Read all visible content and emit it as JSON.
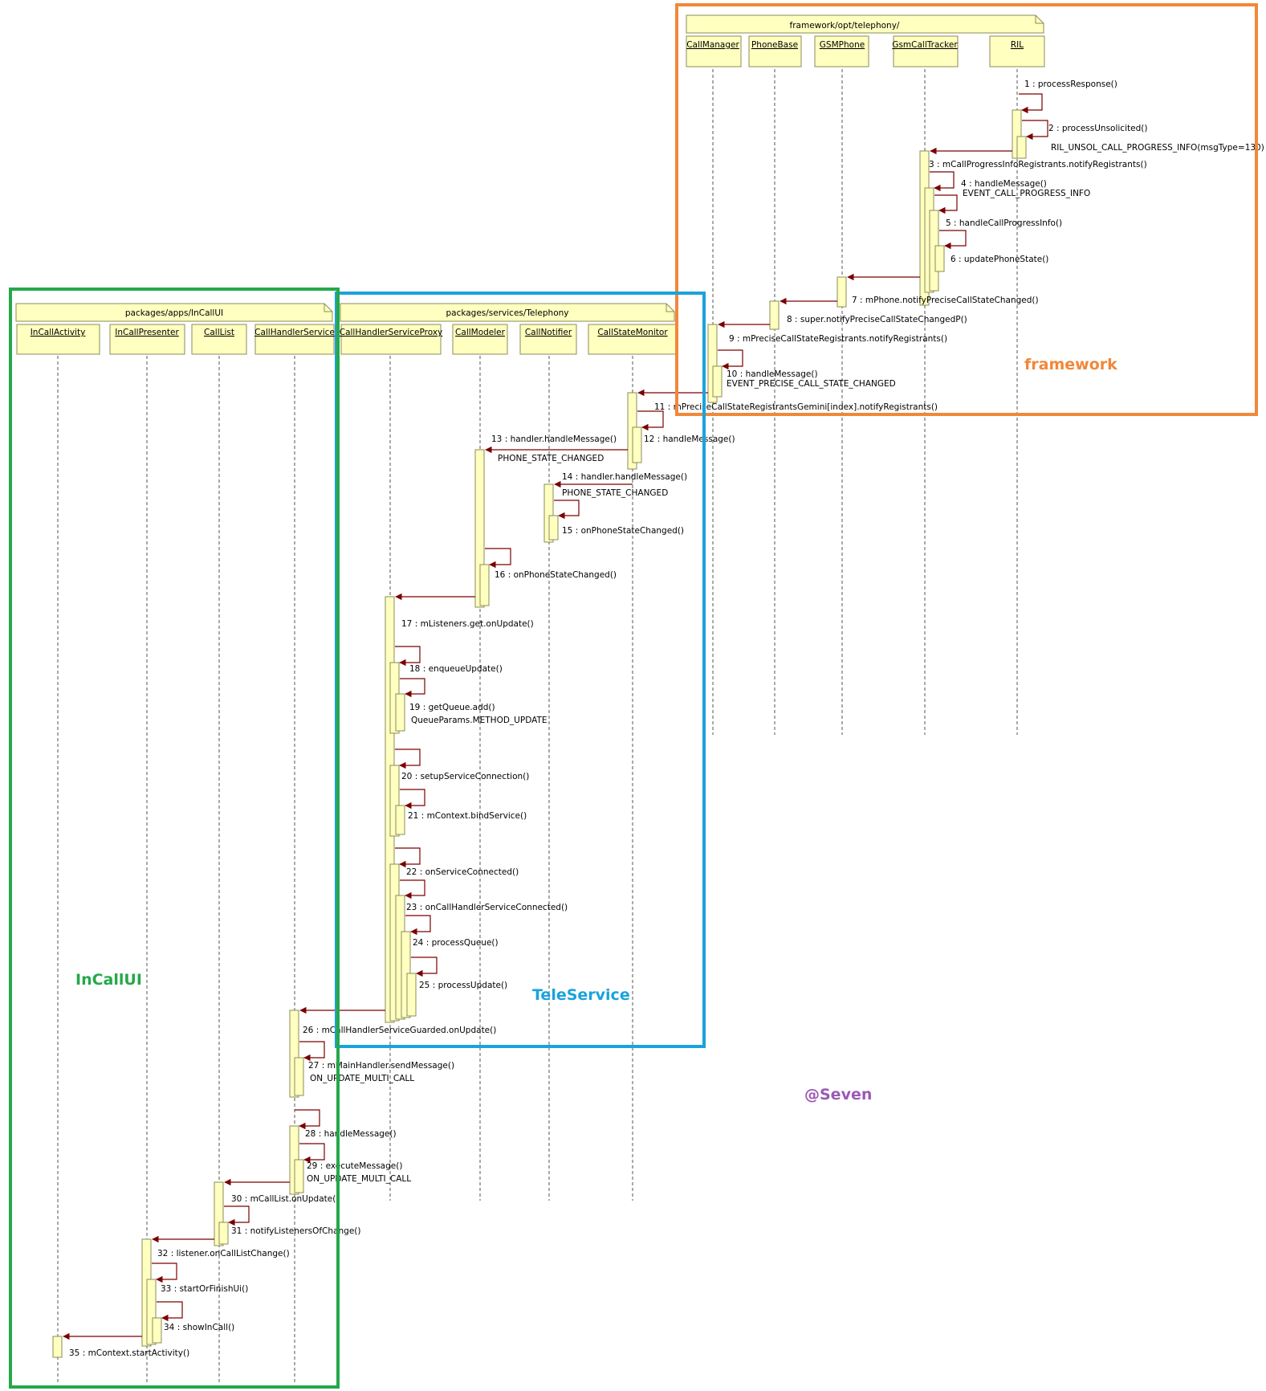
{
  "colors": {
    "framework": "#f0883a",
    "teleservice": "#1aa3dc",
    "incallui": "#25a84a",
    "author": "#9b59b6",
    "box_fill": "#ffffc0",
    "box_stroke": "#8b8b5a",
    "arrow": "#7a0000"
  },
  "packages": [
    {
      "id": "p_fw",
      "label": "framework/opt/telephony/"
    },
    {
      "id": "p_tel",
      "label": "packages/services/Telephony"
    },
    {
      "id": "p_ui",
      "label": "packages/apps/InCallUI"
    }
  ],
  "lifelines": [
    {
      "id": "CallManager",
      "label": "CallManager"
    },
    {
      "id": "PhoneBase",
      "label": "PhoneBase"
    },
    {
      "id": "GSMPhone",
      "label": "GSMPhone"
    },
    {
      "id": "GsmCallTracker",
      "label": "GsmCallTracker"
    },
    {
      "id": "RIL",
      "label": "RIL"
    },
    {
      "id": "CallHandlerServiceProxy",
      "label": "CallHandlerServiceProxy"
    },
    {
      "id": "CallModeler",
      "label": "CallModeler"
    },
    {
      "id": "CallNotifier",
      "label": "CallNotifier"
    },
    {
      "id": "CallStateMonitor",
      "label": "CallStateMonitor"
    },
    {
      "id": "InCallActivity",
      "label": "InCallActivity"
    },
    {
      "id": "InCallPresenter",
      "label": "InCallPresenter"
    },
    {
      "id": "CallList",
      "label": "CallList"
    },
    {
      "id": "CallHandlerService",
      "label": "CallHandlerService"
    }
  ],
  "messages": [
    {
      "n": "1",
      "text": "1 : processResponse()"
    },
    {
      "n": "2",
      "text": "2 : processUnsolicited()"
    },
    {
      "n": "2b",
      "text": "RIL_UNSOL_CALL_PROGRESS_INFO(msgType=130)"
    },
    {
      "n": "3",
      "text": "3 : mCallProgressInfoRegistrants.notifyRegistrants()"
    },
    {
      "n": "4",
      "text": "4 : handleMessage()"
    },
    {
      "n": "4b",
      "text": "EVENT_CALL_PROGRESS_INFO"
    },
    {
      "n": "5",
      "text": "5 : handleCallProgressInfo()"
    },
    {
      "n": "6",
      "text": "6 : updatePhoneState()"
    },
    {
      "n": "7",
      "text": "7 : mPhone.notifyPreciseCallStateChanged()"
    },
    {
      "n": "8",
      "text": "8 : super.notifyPreciseCallStateChangedP()"
    },
    {
      "n": "9",
      "text": "9 : mPreciseCallStateRegistrants.notifyRegistrants()"
    },
    {
      "n": "10",
      "text": "10 : handleMessage()"
    },
    {
      "n": "10b",
      "text": "EVENT_PRECISE_CALL_STATE_CHANGED"
    },
    {
      "n": "11",
      "text": "11 : mPreciseCallStateRegistrantsGemini[index].notifyRegistrants()"
    },
    {
      "n": "12",
      "text": "12 : handleMessage()"
    },
    {
      "n": "13",
      "text": "13 : handler.handleMessage()"
    },
    {
      "n": "13b",
      "text": "PHONE_STATE_CHANGED"
    },
    {
      "n": "14",
      "text": "14 : handler.handleMessage()"
    },
    {
      "n": "14b",
      "text": "PHONE_STATE_CHANGED"
    },
    {
      "n": "15",
      "text": "15 : onPhoneStateChanged()"
    },
    {
      "n": "16",
      "text": "16 : onPhoneStateChanged()"
    },
    {
      "n": "17",
      "text": "17 : mListeners.get.onUpdate()"
    },
    {
      "n": "18",
      "text": "18 : enqueueUpdate()"
    },
    {
      "n": "19",
      "text": "19 : getQueue.add()"
    },
    {
      "n": "19b",
      "text": "QueueParams.METHOD_UPDATE"
    },
    {
      "n": "20",
      "text": "20 : setupServiceConnection()"
    },
    {
      "n": "21",
      "text": "21 : mContext.bindService()"
    },
    {
      "n": "22",
      "text": "22 : onServiceConnected()"
    },
    {
      "n": "23",
      "text": "23 : onCallHandlerServiceConnected()"
    },
    {
      "n": "24",
      "text": "24 : processQueue()"
    },
    {
      "n": "25",
      "text": "25 : processUpdate()"
    },
    {
      "n": "26",
      "text": "26 : mCallHandlerServiceGuarded.onUpdate()"
    },
    {
      "n": "27",
      "text": "27 : mMainHandler.sendMessage()"
    },
    {
      "n": "27b",
      "text": "ON_UPDATE_MULTI_CALL"
    },
    {
      "n": "28",
      "text": "28 : handleMessage()"
    },
    {
      "n": "29",
      "text": "29 : executeMessage()"
    },
    {
      "n": "29b",
      "text": "ON_UPDATE_MULTI_CALL"
    },
    {
      "n": "30",
      "text": "30 : mCallList.onUpdate()"
    },
    {
      "n": "31",
      "text": "31 : notifyListenersOfChange()"
    },
    {
      "n": "32",
      "text": "32 : listener.onCallListChange()"
    },
    {
      "n": "33",
      "text": "33 : startOrFinishUi()"
    },
    {
      "n": "34",
      "text": "34 : showInCall()"
    },
    {
      "n": "35",
      "text": "35 : mContext.startActivity()"
    }
  ],
  "regions": {
    "framework": "framework",
    "teleservice": "TeleService",
    "incallui": "InCallUI",
    "author": "@Seven"
  }
}
